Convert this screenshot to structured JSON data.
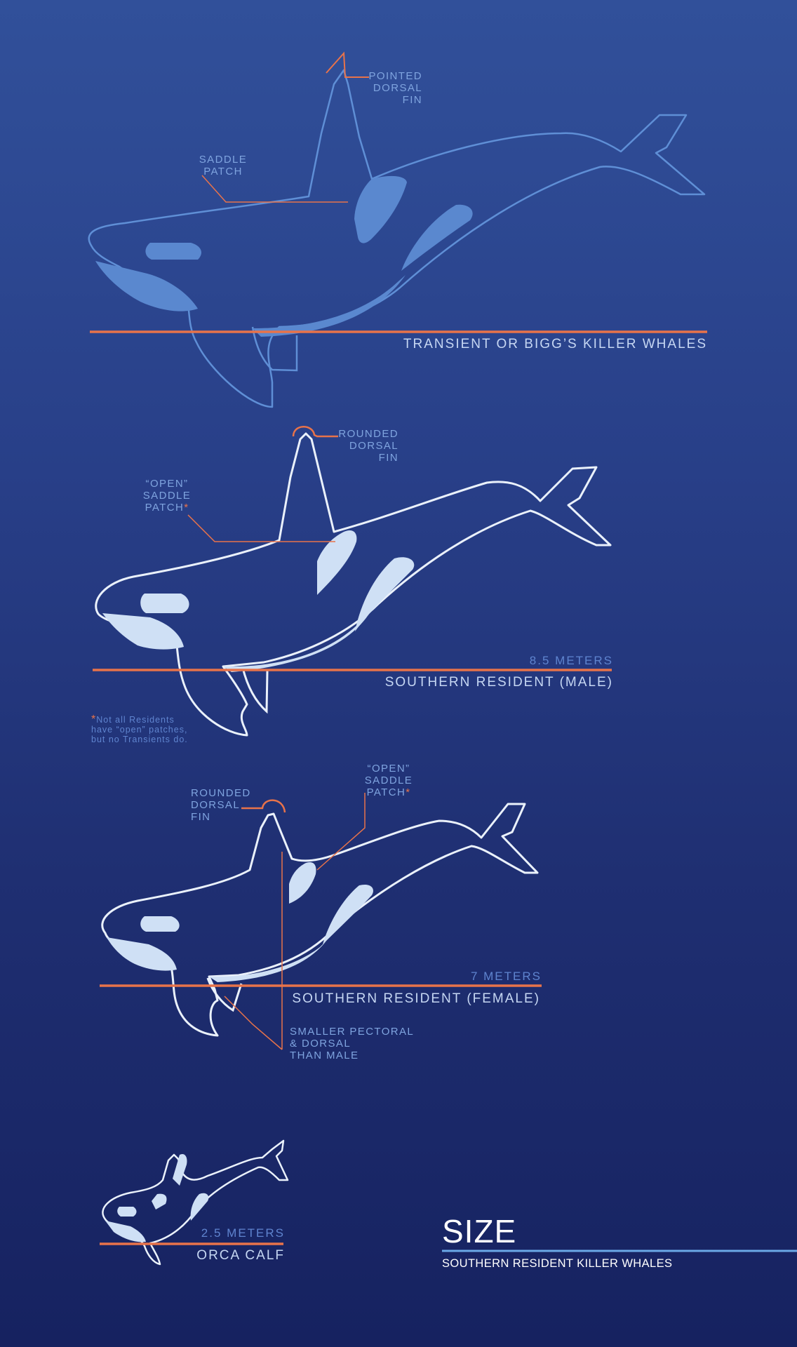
{
  "colors": {
    "background_top": "#31509a",
    "background_bottom": "#162260",
    "accent_orange": "#e8734a",
    "transient_outline": "#5f8fd6",
    "resident_outline": "#eaf1fb",
    "resident_patch": "#cfe0f5",
    "title_rule": "#6aa8e6"
  },
  "transient": {
    "dorsal_note": [
      "POINTED",
      "DORSAL",
      "FIN"
    ],
    "saddle_note": [
      "SADDLE",
      "PATCH"
    ],
    "name": "TRANSIENT OR BIGG’S KILLER WHALES"
  },
  "male": {
    "dorsal_note": [
      "ROUNDED",
      "DORSAL",
      "FIN"
    ],
    "saddle_note": [
      "“OPEN”",
      "SADDLE",
      "PATCH"
    ],
    "asterisk": "*",
    "length": "8.5 METERS",
    "name": "SOUTHERN RESIDENT (MALE)",
    "footnote": [
      "Not all Residents",
      "have “open” patches,",
      "but no Transients do."
    ]
  },
  "female": {
    "dorsal_note": [
      "ROUNDED",
      "DORSAL",
      "FIN"
    ],
    "saddle_note": [
      "“OPEN”",
      "SADDLE",
      "PATCH"
    ],
    "asterisk": "*",
    "length": "7 METERS",
    "name": "SOUTHERN RESIDENT (FEMALE)",
    "fins_note": [
      "SMALLER PECTORAL",
      "& DORSAL",
      "THAN MALE"
    ]
  },
  "calf": {
    "length": "2.5 METERS",
    "name": "ORCA CALF"
  },
  "title": {
    "heading": "SIZE",
    "subheading": "SOUTHERN RESIDENT KILLER WHALES"
  }
}
